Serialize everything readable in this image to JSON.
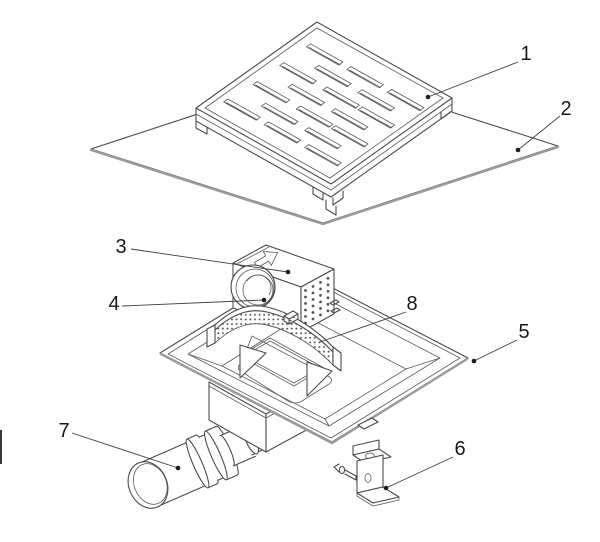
{
  "figure": {
    "background_color": "#ffffff",
    "line_color": "#4b4b4b",
    "shade_line_color": "#9b9b9b",
    "label_color": "#1a1a1a",
    "labels": [
      {
        "text": "1"
      },
      {
        "text": "2"
      },
      {
        "text": "3"
      },
      {
        "text": "4"
      },
      {
        "text": "5"
      },
      {
        "text": "6"
      },
      {
        "text": "7"
      },
      {
        "text": "8"
      }
    ]
  }
}
